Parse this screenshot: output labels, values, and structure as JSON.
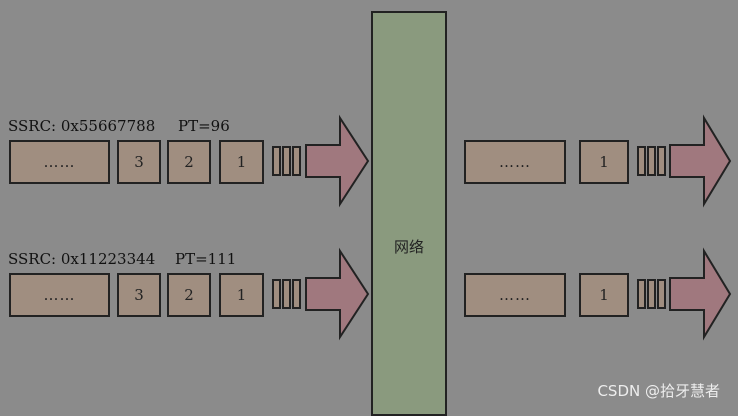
{
  "colors": {
    "background": "#8b8b8b",
    "packet_fill": "#a08e80",
    "arrow_fill": "#a0787e",
    "network_fill": "#8a9a7e",
    "border": "#222222"
  },
  "network": {
    "label": "网络"
  },
  "streams": [
    {
      "ssrc_label": "SSRC: 0x55667788",
      "pt_label": "PT=96",
      "sender_packets": [
        "……",
        "3",
        "2",
        "1"
      ],
      "receiver_packets": [
        "……",
        "1"
      ]
    },
    {
      "ssrc_label": "SSRC: 0x11223344",
      "pt_label": "PT=111",
      "sender_packets": [
        "……",
        "3",
        "2",
        "1"
      ],
      "receiver_packets": [
        "……",
        "1"
      ]
    }
  ],
  "watermark": "CSDN @拾牙慧者"
}
